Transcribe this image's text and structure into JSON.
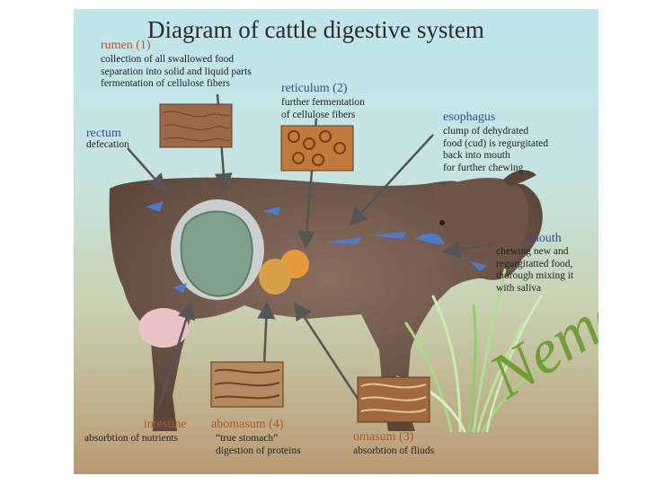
{
  "title": "Diagram of cattle digestive system",
  "watermark": "Nemose",
  "colors": {
    "label_blue": "#2f4e9e",
    "label_orange": "#b0572c",
    "body_text": "#222222"
  },
  "parts": {
    "rumen": {
      "name": "rumen",
      "number": "(1)",
      "lines": [
        "collection of all swallowed food",
        "separation into solid and liquid parts",
        "fermentation of cellulose fibers"
      ]
    },
    "reticulum": {
      "name": "reticulum",
      "number": "(2)",
      "lines": [
        "further fermentation",
        "of cellulose fibers"
      ]
    },
    "esophagus": {
      "name": "esophagus",
      "lines": [
        "clump of dehydrated",
        "food (cud) is regurgitated",
        "back into mouth",
        "for further chewing"
      ]
    },
    "rectum": {
      "name": "rectum",
      "lines": [
        "defecation"
      ]
    },
    "mouth": {
      "name": "mouth",
      "lines": [
        "chewing new and",
        "regurgitatted food,",
        "thorough mixing it",
        "with saliva"
      ]
    },
    "intestine": {
      "name": "intestine",
      "lines": [
        "absorbtion of nutrients"
      ]
    },
    "abomasum": {
      "name": "abomasum",
      "number": "(4)",
      "lines": [
        "“true stomach”",
        "digestion of proteins"
      ]
    },
    "omasum": {
      "name": "omasum",
      "number": "(3)",
      "lines": [
        "absorbtion of fliuds"
      ]
    }
  }
}
